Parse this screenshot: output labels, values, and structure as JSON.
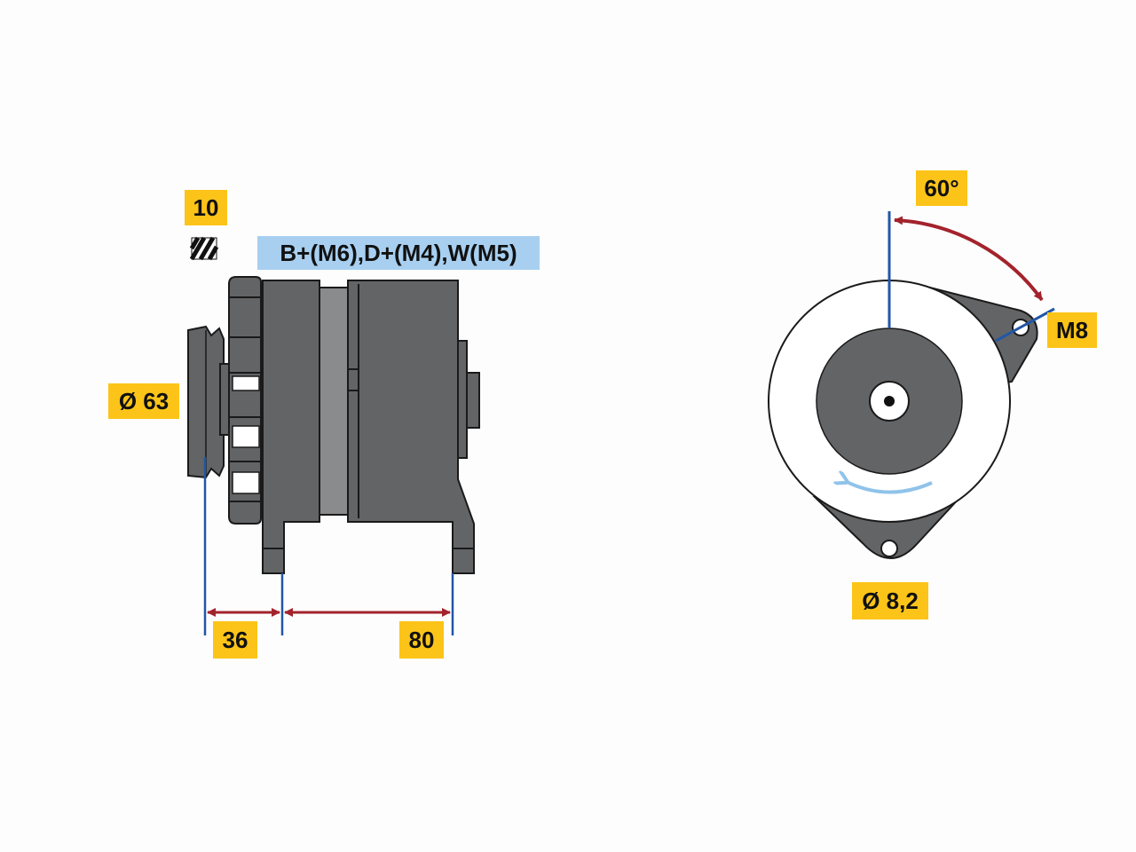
{
  "labels": {
    "quantity": "10",
    "terminals": "B+(M6),D+(M4),W(M5)",
    "pulley_diameter": "Ø 63",
    "dim_pulley": "36",
    "dim_mount": "80",
    "angle": "60°",
    "thread": "M8",
    "hole_diameter": "Ø 8,2"
  },
  "colors": {
    "label_yellow": "#fcc418",
    "label_blue": "#a8cff0",
    "body_grey": "#636466",
    "line_blue": "#2257a6",
    "dim_red": "#a3232c",
    "rotation_arrow": "#8fc3ea"
  },
  "icons": {
    "hatch": "hatched-square-icon"
  }
}
